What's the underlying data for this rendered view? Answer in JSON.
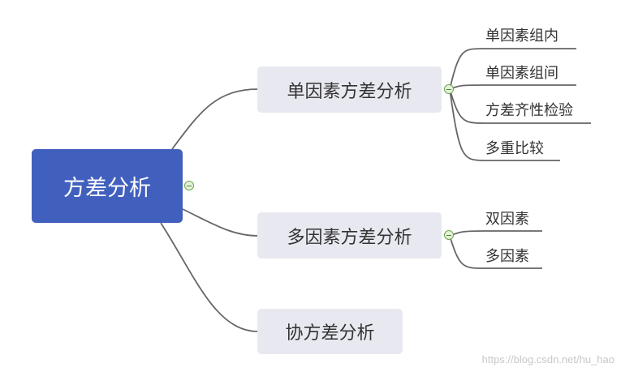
{
  "root": {
    "label": "方差分析"
  },
  "branches": [
    {
      "label": "单因素方差分析",
      "children": [
        "单因素组内",
        "单因素组间",
        "方差齐性检验",
        "多重比较"
      ]
    },
    {
      "label": "多因素方差分析",
      "children": [
        "双因素",
        "多因素"
      ]
    },
    {
      "label": "协方差分析",
      "children": []
    }
  ],
  "watermark": "https://blog.csdn.net/hu_hao",
  "colors": {
    "root_bg": "#4160be",
    "branch_bg": "#e8e9f0",
    "line": "#666666",
    "toggle": "#6aa84f"
  }
}
